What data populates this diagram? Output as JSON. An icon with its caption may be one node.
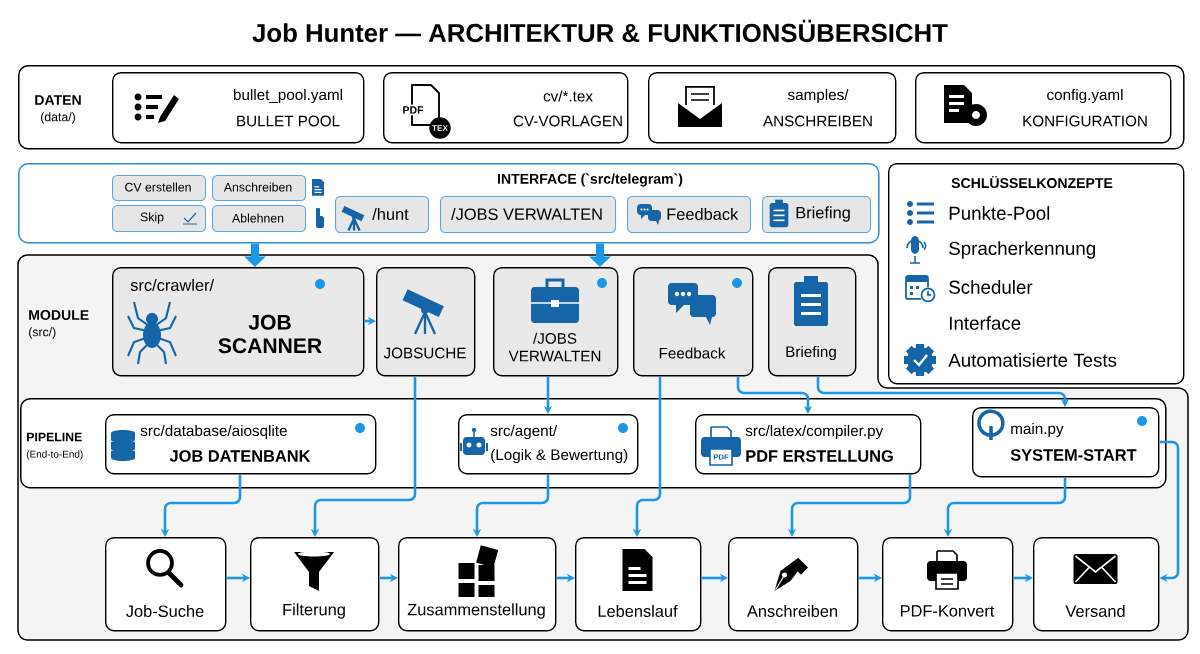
{
  "diagram": {
    "title": "Job Hunter — ARCHITEKTUR & FUNKTIONSÜBERSICHT",
    "nodes": [
      {
        "text": [
          "DATEN",
          "(data/)"
        ]
      },
      {
        "text": [
          "bullet_pool.yaml",
          "BULLET POOL"
        ],
        "in": 0
      },
      {
        "text": [
          "cv/*.tex",
          "CV-VORLAGEN"
        ],
        "in": 0
      },
      {
        "text": [
          "samples/",
          "ANSCHREIBEN"
        ],
        "in": 0
      },
      {
        "text": [
          "config.yaml",
          "KONFIGURATION"
        ],
        "in": 0
      },
      {
        "text": [
          "**INTERFACE** (`src/telegram`)"
        ]
      },
      {
        "text": [
          "CV erstellen"
        ],
        "in": 5
      },
      {
        "text": [
          "Anschreiben"
        ],
        "in": 5
      },
      {
        "text": [
          "Skip"
        ],
        "in": 5
      },
      {
        "text": [
          "Ablehnen"
        ],
        "in": 5
      },
      {
        "text": [
          "/hunt"
        ],
        "in": 5
      },
      {
        "text": [
          "/JOBS VERWALTEN"
        ],
        "in": 5
      },
      {
        "text": [
          "Feedback"
        ],
        "in": 5
      },
      {
        "text": [
          "Briefing"
        ],
        "in": 5
      },
      {
        "text": [
          "SCHLÜSSELKONZEPTE",
          "Punkte-Pool",
          "Spracherkennung",
          "Scheduler",
          "Interface",
          "Automatisierte Tests"
        ]
      },
      {
        "text": [
          "MODULE",
          "(src/)"
        ]
      },
      {
        "text": [
          "src/crawler/",
          "JOB SCANNER"
        ],
        "in": 15
      },
      {
        "text": [
          "JOBSUCHE"
        ],
        "in": 15
      },
      {
        "text": [
          "/JOBS VERWALTEN"
        ],
        "in": 15
      },
      {
        "text": [
          "Feedback"
        ],
        "in": 15
      },
      {
        "text": [
          "Briefing"
        ],
        "in": 15
      },
      {
        "text": [
          "PIPELINE",
          "(End-to-End)"
        ],
        "in": 15
      },
      {
        "text": [
          "src/database/aiosqlite",
          "JOB DATENBANK"
        ],
        "in": 21
      },
      {
        "text": [
          "src/agent/",
          "(Logik & Bewertung)"
        ],
        "in": 21
      },
      {
        "text": [
          "src/latex/compiler.py",
          "PDF ERSTELLUNG"
        ],
        "in": 21
      },
      {
        "text": [
          "main.py",
          "SYSTEM-START"
        ],
        "in": 21
      },
      {
        "text": [
          "Job-Suche"
        ],
        "in": 15
      },
      {
        "text": [
          "Filterung"
        ],
        "in": 15
      },
      {
        "text": [
          "Zusammenstellung"
        ],
        "in": 15
      },
      {
        "text": [
          "Lebenslauf"
        ],
        "in": 15
      },
      {
        "text": [
          "Anschreiben"
        ],
        "in": 15
      },
      {
        "text": [
          "PDF-Konvert"
        ],
        "in": 15
      },
      {
        "text": [
          "Versand"
        ],
        "in": 15
      }
    ],
    "edges": [
      {
        "from": 5,
        "to": 16,
        "arrow": "to",
        "style": "thick"
      },
      {
        "from": 5,
        "to": 18,
        "arrow": "to",
        "style": "thick"
      },
      {
        "from": 16,
        "to": 17,
        "arrow": "to"
      },
      {
        "from": 17,
        "to": 27,
        "arrow": "to"
      },
      {
        "from": 18,
        "to": 23,
        "arrow": "to"
      },
      {
        "from": 19,
        "to": 29,
        "arrow": "to"
      },
      {
        "from": 19,
        "to": 24,
        "arrow": "to"
      },
      {
        "from": 20,
        "to": 25,
        "arrow": "to"
      },
      {
        "from": 22,
        "to": 26,
        "arrow": "to"
      },
      {
        "from": 23,
        "to": 28,
        "arrow": "to"
      },
      {
        "from": 24,
        "to": 30,
        "arrow": "to"
      },
      {
        "from": 25,
        "to": 31,
        "arrow": "to"
      },
      {
        "from": 25,
        "to": 32,
        "arrow": "to"
      },
      {
        "from": 26,
        "to": 27,
        "arrow": "to"
      },
      {
        "from": 27,
        "to": 28,
        "arrow": "to"
      },
      {
        "from": 28,
        "to": 29,
        "arrow": "to"
      },
      {
        "from": 29,
        "to": 30,
        "arrow": "to"
      },
      {
        "from": 30,
        "to": 31,
        "arrow": "to"
      },
      {
        "from": 31,
        "to": 32,
        "arrow": "to"
      }
    ],
    "labels": [
      "PDF",
      "TEX",
      "PDF"
    ]
  }
}
